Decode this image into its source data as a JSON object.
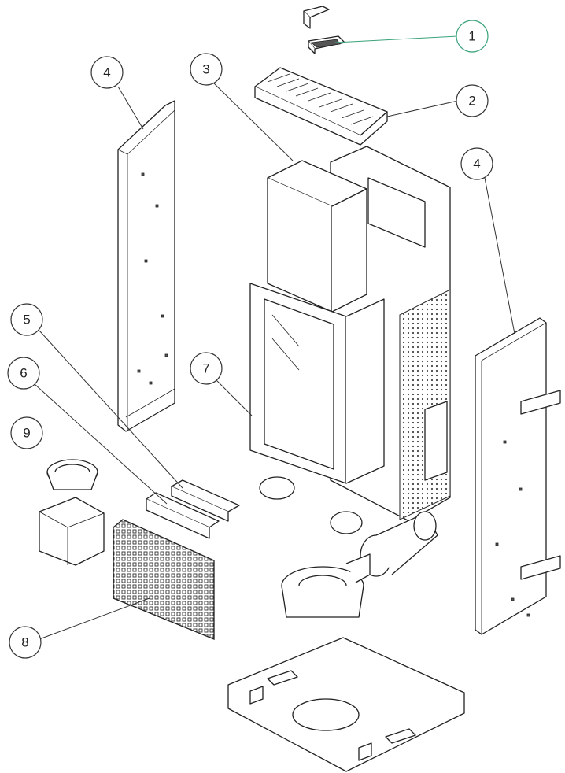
{
  "callouts": [
    {
      "id": "c1",
      "label": "1",
      "highlight": true
    },
    {
      "id": "c2",
      "label": "2",
      "highlight": false
    },
    {
      "id": "c3",
      "label": "3",
      "highlight": false
    },
    {
      "id": "c4a",
      "label": "4",
      "highlight": false
    },
    {
      "id": "c4b",
      "label": "4",
      "highlight": false
    },
    {
      "id": "c5",
      "label": "5",
      "highlight": false
    },
    {
      "id": "c6",
      "label": "6",
      "highlight": false
    },
    {
      "id": "c7",
      "label": "7",
      "highlight": false
    },
    {
      "id": "c8",
      "label": "8",
      "highlight": false
    },
    {
      "id": "c9",
      "label": "9",
      "highlight": false
    }
  ],
  "colors": {
    "line": "#222222",
    "highlight": "#3aa37a",
    "background": "#ffffff"
  }
}
